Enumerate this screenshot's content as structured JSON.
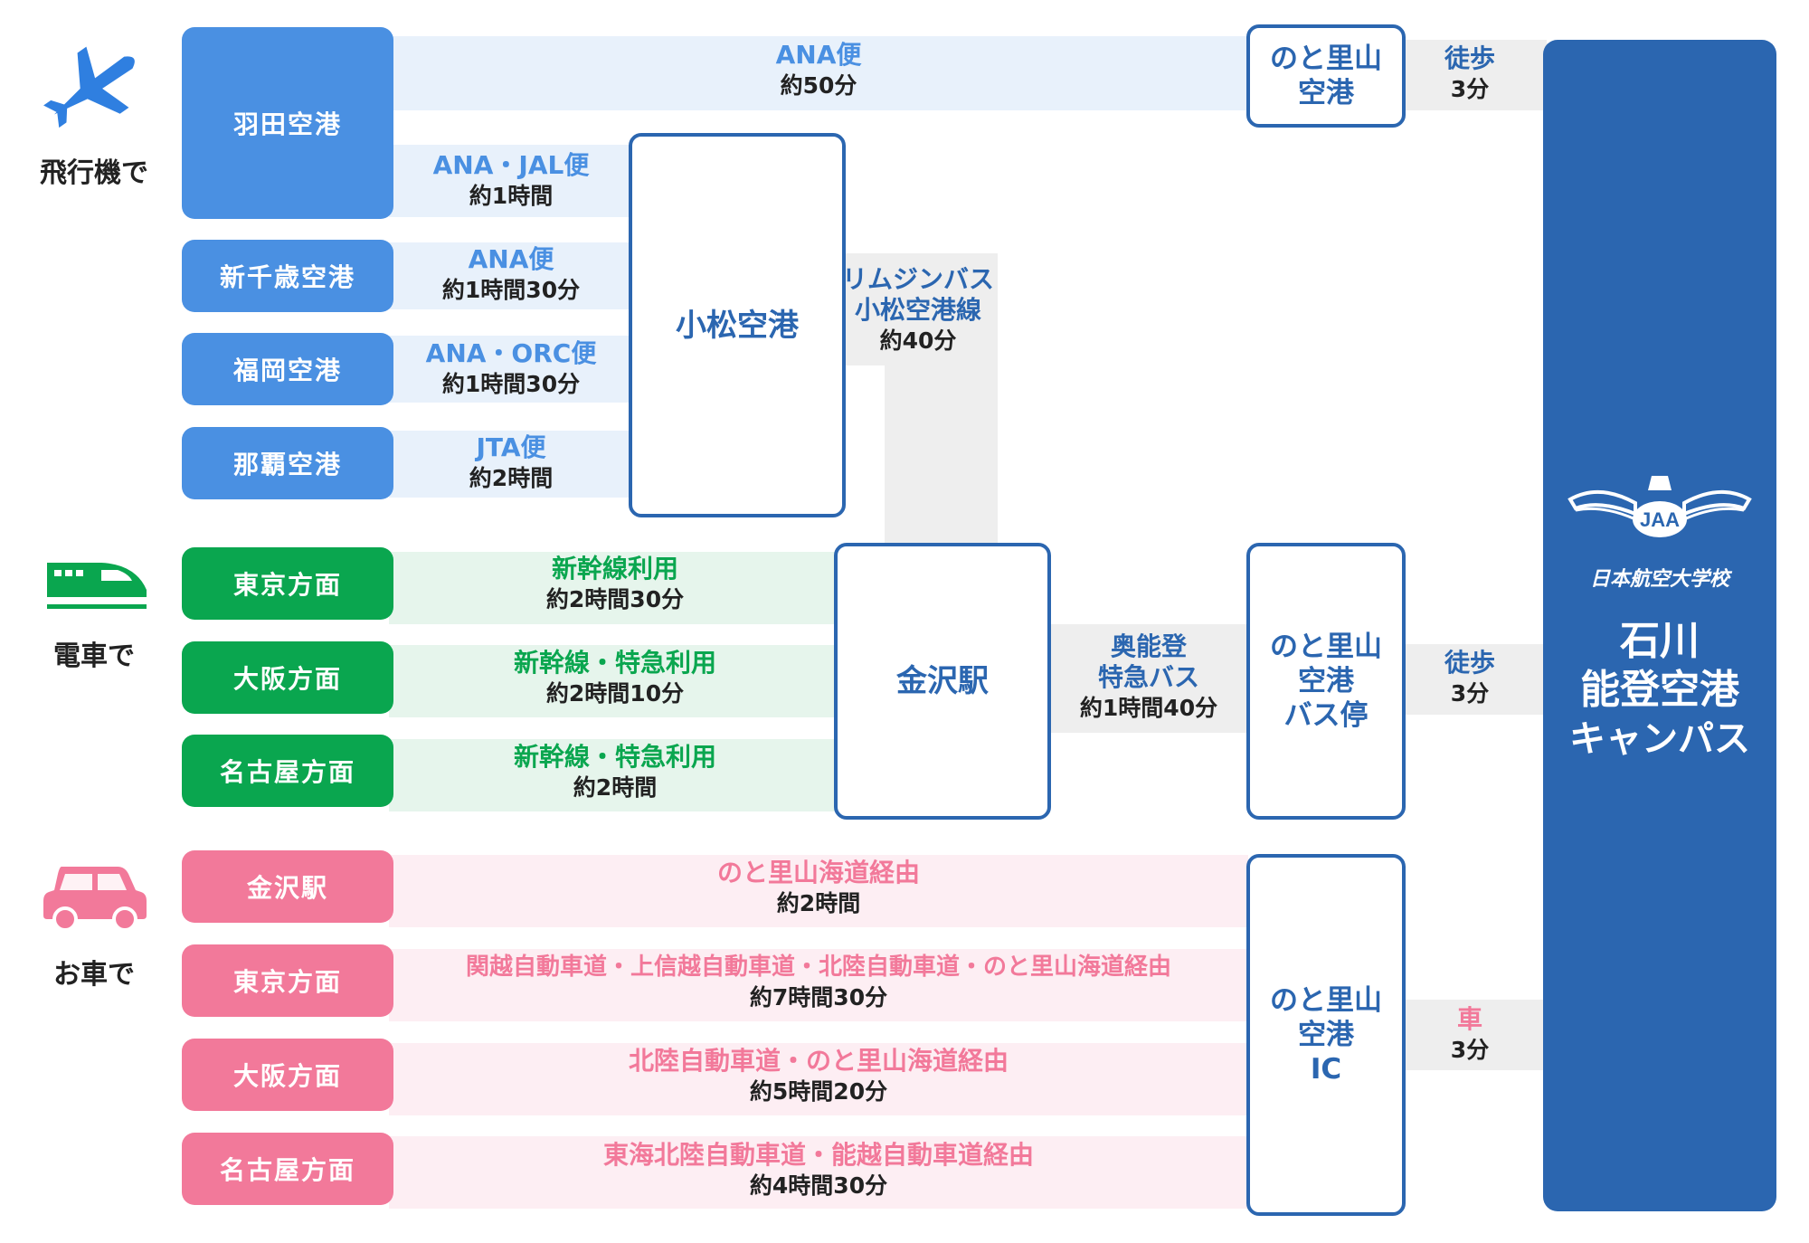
{
  "categories": {
    "plane": "飛行機で",
    "train": "電車で",
    "car": "お車で"
  },
  "plane": {
    "origins": [
      "羽田空港",
      "新千歳空港",
      "福岡空港",
      "那覇空港"
    ],
    "routes": [
      {
        "title": "ANA便",
        "duration": "約50分"
      },
      {
        "title": "ANA・JAL便",
        "duration": "約1時間"
      },
      {
        "title": "ANA便",
        "duration": "約1時間30分"
      },
      {
        "title": "ANA・ORC便",
        "duration": "約1時間30分"
      },
      {
        "title": "JTA便",
        "duration": "約2時間"
      }
    ]
  },
  "train": {
    "origins": [
      "東京方面",
      "大阪方面",
      "名古屋方面"
    ],
    "routes": [
      {
        "title": "新幹線利用",
        "duration": "約2時間30分"
      },
      {
        "title": "新幹線・特急利用",
        "duration": "約2時間10分"
      },
      {
        "title": "新幹線・特急利用",
        "duration": "約2時間"
      }
    ]
  },
  "car": {
    "origins": [
      "金沢駅",
      "東京方面",
      "大阪方面",
      "名古屋方面"
    ],
    "routes": [
      {
        "title": "のと里山海道経由",
        "duration": "約2時間"
      },
      {
        "title": "関越自動車道・上信越自動車道・北陸自動車道・のと里山海道経由",
        "duration": "約7時間30分"
      },
      {
        "title": "北陸自動車道・のと里山海道経由",
        "duration": "約5時間20分"
      },
      {
        "title": "東海北陸自動車道・能越自動車道経由",
        "duration": "約4時間30分"
      }
    ]
  },
  "hubs": {
    "komatsu": "小松空港",
    "kanazawa": "金沢駅",
    "noto_airport": [
      "のと里山",
      "空港"
    ],
    "noto_busstop": [
      "のと里山",
      "空港",
      "バス停"
    ],
    "noto_ic": [
      "のと里山",
      "空港",
      "IC"
    ]
  },
  "transfers": {
    "limousine": {
      "lines": [
        "リムジンバス",
        "小松空港線"
      ],
      "duration": "約40分"
    },
    "okunoto": {
      "lines": [
        "奥能登",
        "特急バス"
      ],
      "duration": "約1時間40分"
    },
    "walk_top": {
      "title": "徒歩",
      "duration": "3分"
    },
    "walk_mid": {
      "title": "徒歩",
      "duration": "3分"
    },
    "car_last": {
      "title": "車",
      "duration": "3分"
    }
  },
  "campus": {
    "logo_text": "JAA",
    "school_name": "日本航空大学校",
    "name_lines": [
      "石川",
      "能登空港",
      "キャンパス"
    ]
  },
  "colors": {
    "plane": "#4a90e2",
    "train": "#0aa64f",
    "car": "#f2799a",
    "navy": "#2b66b0",
    "connector_gray": "#eeeeee"
  },
  "icons": {
    "plane": "airplane-icon",
    "train": "bullet-train-icon",
    "car": "car-icon",
    "logo": "winged-emblem-icon"
  }
}
